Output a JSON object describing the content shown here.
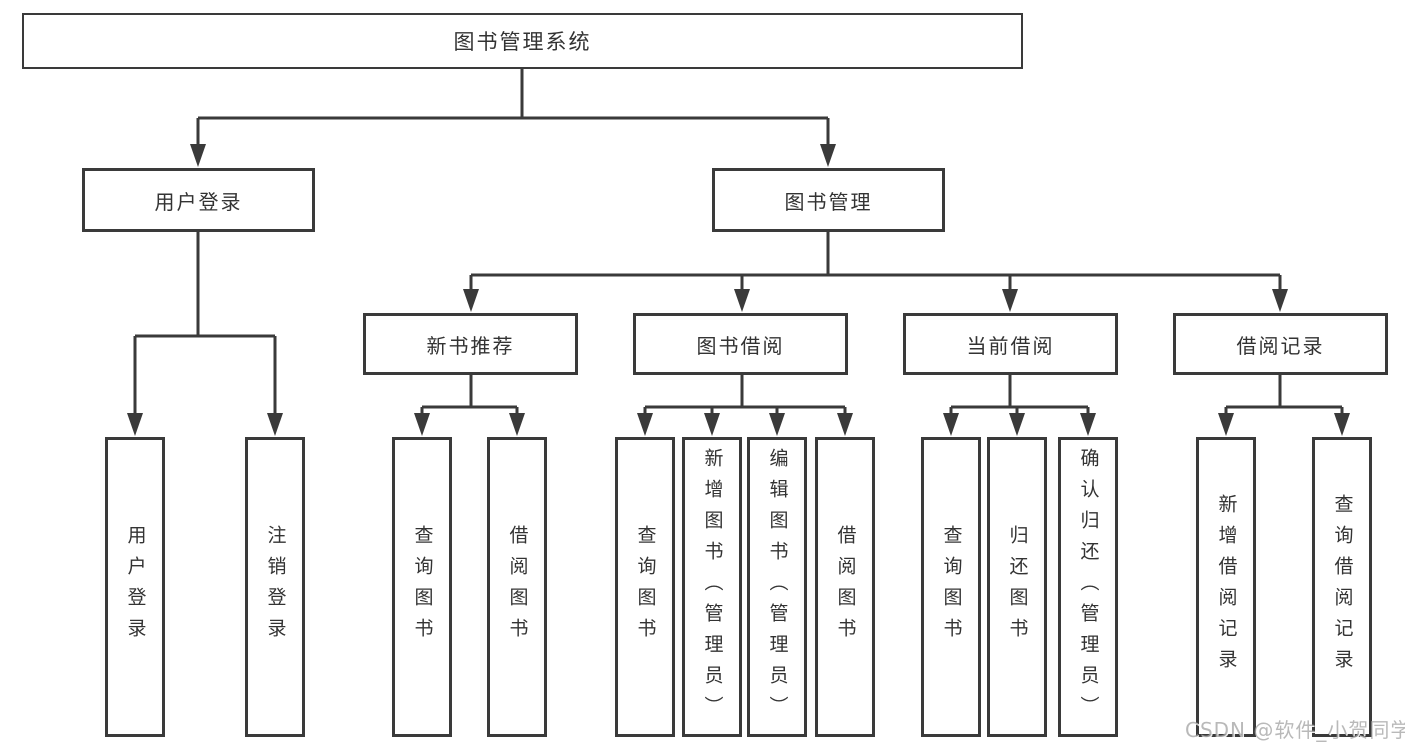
{
  "diagram": {
    "title": "图书管理系统",
    "branches": [
      {
        "label": "用户登录",
        "children": [
          {
            "label": "用户登录"
          },
          {
            "label": "注销登录"
          }
        ]
      },
      {
        "label": "图书管理",
        "children": [
          {
            "label": "新书推荐",
            "children": [
              {
                "label": "查询图书"
              },
              {
                "label": "借阅图书"
              }
            ]
          },
          {
            "label": "图书借阅",
            "children": [
              {
                "label": "查询图书"
              },
              {
                "label": "新增图书（管理员）"
              },
              {
                "label": "编辑图书（管理员）"
              },
              {
                "label": "借阅图书"
              }
            ]
          },
          {
            "label": "当前借阅",
            "children": [
              {
                "label": "查询图书"
              },
              {
                "label": "归还图书"
              },
              {
                "label": "确认归还（管理员）"
              }
            ]
          },
          {
            "label": "借阅记录",
            "children": [
              {
                "label": "新增借阅记录"
              },
              {
                "label": "查询借阅记录"
              }
            ]
          }
        ]
      }
    ]
  },
  "watermark": {
    "text": "CSDN @软件_小贺同学"
  },
  "colors": {
    "line": "#3a3a3a",
    "box_border": "#3a3a3a",
    "text": "#333333",
    "background": "#ffffff",
    "watermark": "#a2a2a2"
  }
}
